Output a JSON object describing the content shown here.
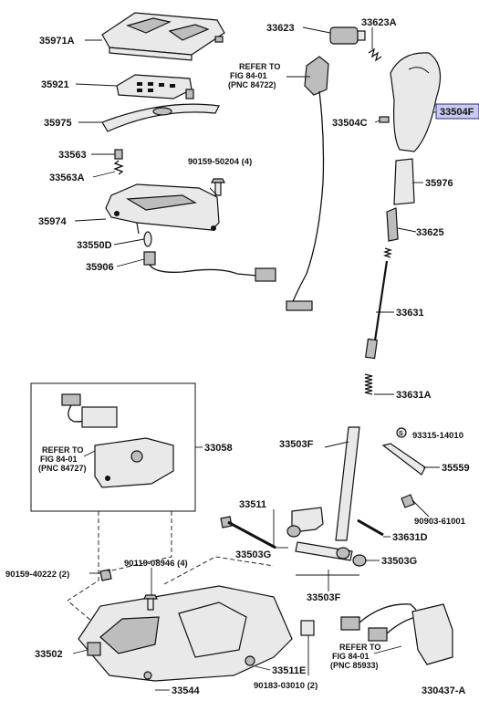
{
  "labels": {
    "p35971A": "35971A",
    "p35921": "35921",
    "p35975": "35975",
    "p33563": "33563",
    "p33563A": "33563A",
    "p90159_50204": "90159-50204 (4)",
    "p35974": "35974",
    "p33550D": "33550D",
    "p35906": "35906",
    "p33623": "33623",
    "p33623A": "33623A",
    "p33504F": "33504F",
    "p33504C": "33504C",
    "p35976": "35976",
    "p33625": "33625",
    "p33631": "33631",
    "p33631A": "33631A",
    "p93315": "93315-14010",
    "p35559": "35559",
    "p33503F_upper": "33503F",
    "p33058": "33058",
    "p33511": "33511",
    "p90119": "90119-08946 (4)",
    "p33503G_left": "33503G",
    "p33503G_right": "33503G",
    "p90903": "90903-61001",
    "p33631D": "33631D",
    "p90159_40222": "90159-40222 (2)",
    "p33503F_lower": "33503F",
    "p33502": "33502",
    "p33511E": "33511E",
    "p33544": "33544",
    "p90183": "90183-03010 (2)",
    "p330437": "330437-A"
  },
  "references": {
    "top": {
      "line1": "REFER TO",
      "line2": "FIG 84-01",
      "line3": "(PNC 84722)"
    },
    "box": {
      "line1": "REFER TO",
      "line2": "FIG 84-01",
      "line3": "(PNC 84727)"
    },
    "bottom": {
      "line1": "REFER TO",
      "line2": "FIG 84-01",
      "line3": "(PNC 85933)"
    }
  },
  "colors": {
    "highlight_fill": "#c9c9ee",
    "highlight_stroke": "#2b2b8c",
    "line": "#111111"
  }
}
